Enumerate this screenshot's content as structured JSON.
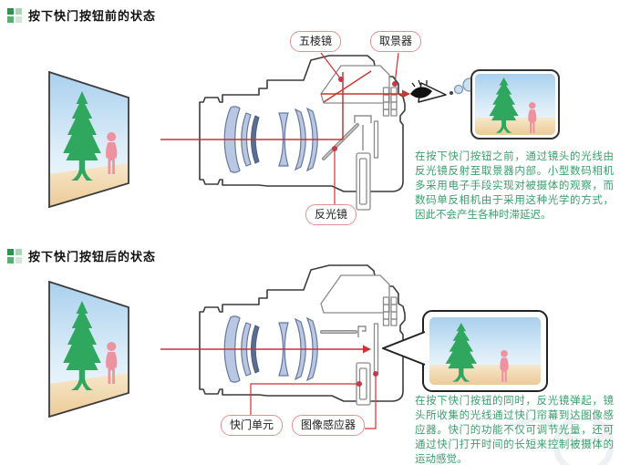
{
  "colors": {
    "accent_red": "#cc3333",
    "dot_red": "#c13b4a",
    "label_border": "#e59090",
    "text_green": "#3aa06e",
    "title_text": "#111111",
    "lens_fill": "#b9c7e2",
    "tree_green": "#2fa75e",
    "person_pink": "#ed93a0",
    "sky_blue": "#a9d0ee",
    "ground_tan": "#eccb96"
  },
  "sections": [
    {
      "title": "按下快门按钮前的状态",
      "labels": {
        "pentaprism": "五棱镜",
        "viewfinder": "取景器",
        "mirror": "反光镜"
      },
      "description": "在按下快门按钮之前，通过镜头的光线由反光镜反射至取景器内部。小型数码相机多采用电子手段实现对被摄体的观察，而数码单反相机由于采用这种光学的方式，因此不会产生各种时滞延迟。"
    },
    {
      "title": "按下快门按钮后的状态",
      "labels": {
        "shutter": "快门单元",
        "sensor": "图像感应器"
      },
      "description": "在按下快门按钮的同时，反光镜弹起，镜头所收集的光线通过快门帘幕到达图像感应器。快门的功能不仅可调节光量，还可通过快门打开时间的长短来控制被摄体的运动感觉。"
    }
  ]
}
